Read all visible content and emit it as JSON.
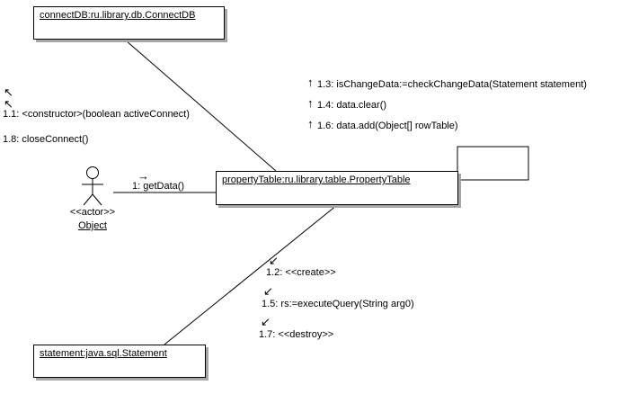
{
  "objects": {
    "connect_db": "connectDB:ru.library.db.ConnectDB",
    "property_table": "propertyTable:ru.library.table.PropertyTable",
    "statement": "statement:java.sql.Statement"
  },
  "actor": {
    "stereotype": "<<actor>>",
    "name": "Object"
  },
  "messages": {
    "m1": "1: getData()",
    "m1_1": "1.1: <constructor>(boolean activeConnect)",
    "m1_2": "1.2: <<create>>",
    "m1_3": "1.3: isChangeData:=checkChangeData(Statement statement)",
    "m1_4": "1.4: data.clear()",
    "m1_5": "1.5: rs:=executeQuery(String arg0)",
    "m1_6": "1.6: data.add(Object[] rowTable)",
    "m1_7": "1.7: <<destroy>>",
    "m1_8": "1.8: closeConnect()"
  },
  "icons": {
    "up_arrow": "↑",
    "nw_arrow": "↖",
    "sw_arrow": "↙",
    "right_arrow": "→"
  },
  "colors": {
    "line": "#000000",
    "shadow": "#a6a6a6",
    "background": "#ffffff"
  }
}
